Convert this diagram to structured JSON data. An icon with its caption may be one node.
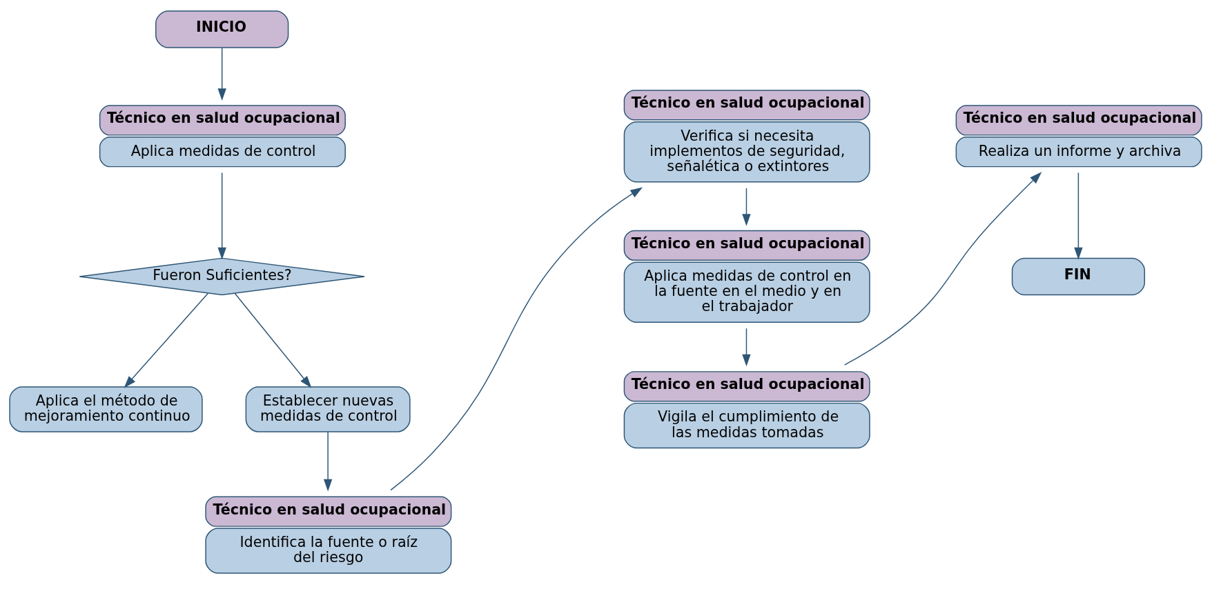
{
  "diagram": {
    "nodes": [
      {
        "text": [
          "INICIO"
        ]
      },
      {
        "text": [
          "Técnico en salud ocupacional",
          "Aplica medidas de control"
        ]
      },
      {
        "text": [
          "Fueron Suficientes?"
        ]
      },
      {
        "text": [
          "Aplica el método de mejoramiento continuo"
        ]
      },
      {
        "text": [
          "Establecer nuevas medidas de control"
        ]
      },
      {
        "text": [
          "Técnico en salud ocupacional",
          "Identifica la fuente o raíz del riesgo"
        ]
      },
      {
        "text": [
          "Técnico en salud ocupacional",
          "Verifica si necesita implementos de seguridad, señalética o extintores"
        ]
      },
      {
        "text": [
          "Técnico en salud ocupacional",
          "Aplica medidas de control en la fuente en el medio y en el trabajador"
        ]
      },
      {
        "text": [
          "Técnico en salud ocupacional",
          "Vigila el cumplimiento de las medidas tomadas"
        ]
      },
      {
        "text": [
          "Técnico en salud ocupacional",
          "Realiza un informe y archiva"
        ]
      },
      {
        "text": [
          "FIN"
        ]
      }
    ],
    "edges": [
      {
        "from": 0,
        "to": 1,
        "arrow": "to"
      },
      {
        "from": 1,
        "to": 2,
        "arrow": "to"
      },
      {
        "from": 2,
        "to": 3,
        "arrow": "to"
      },
      {
        "from": 2,
        "to": 4,
        "arrow": "to"
      },
      {
        "from": 4,
        "to": 5,
        "arrow": "to"
      },
      {
        "from": 5,
        "to": 6,
        "arrow": "to"
      },
      {
        "from": 6,
        "to": 7,
        "arrow": "to"
      },
      {
        "from": 7,
        "to": 8,
        "arrow": "to"
      },
      {
        "from": 8,
        "to": 9,
        "arrow": "to"
      },
      {
        "from": 9,
        "to": 10,
        "arrow": "to"
      }
    ]
  }
}
